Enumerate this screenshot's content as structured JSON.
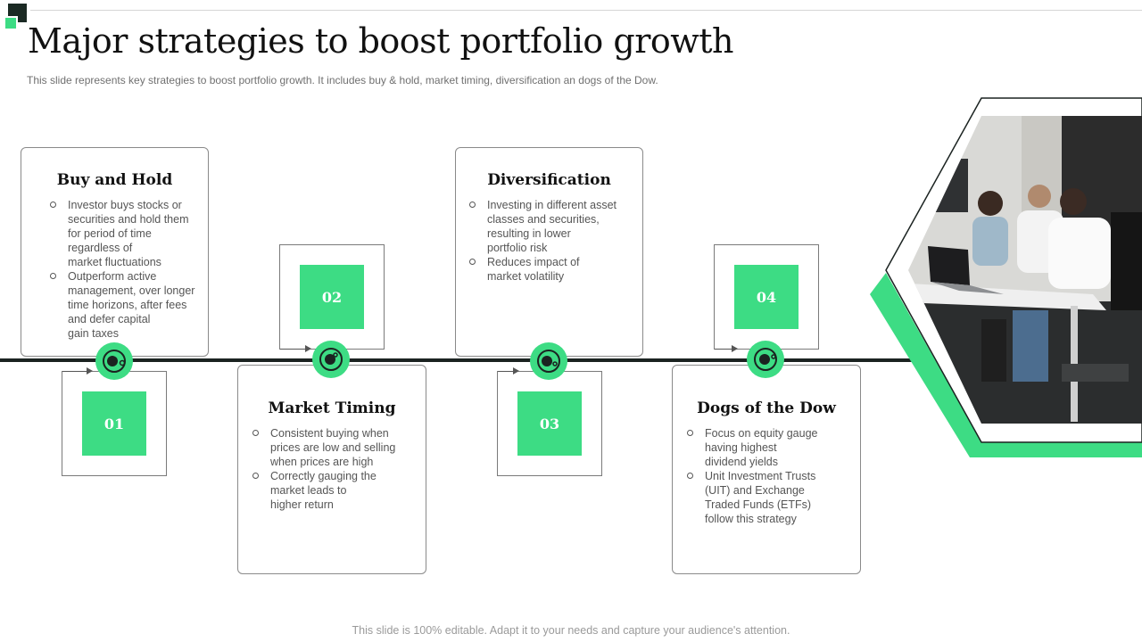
{
  "title": "Major strategies to boost portfolio growth",
  "subtitle": "This slide represents key strategies to boost portfolio growth. It includes buy & hold, market timing, diversification an dogs of the Dow.",
  "strategies": [
    {
      "number": "01",
      "title": "Buy and Hold",
      "bullets": [
        "Investor  buys stocks or\nsecurities and hold them\nfor period  of time\nregardless  of\nmarket fluctuations",
        "Outperform  active\nmanagement,  over longer\ntime horizons,  after fees\nand defer capital\ngain taxes"
      ]
    },
    {
      "number": "02",
      "title": "Market Timing",
      "bullets": [
        "Consistent buying when\nprices are low and selling\nwhen prices are high",
        "Correctly gauging the\nmarket leads to\nhigher return"
      ]
    },
    {
      "number": "03",
      "title": "Diversification",
      "bullets": [
        "Investing  in different  asset\nclasses and securities,\nresulting in lower\nportfolio risk",
        "Reduces impact of\nmarket volatility"
      ]
    },
    {
      "number": "04",
      "title": "Dogs  of  the Dow",
      "bullets": [
        "Focus on equity gauge\nhaving  highest\ndividend  yields",
        "Unit Investment  Trusts\n(UIT)  and Exchange\nTraded  Funds (ETFs)\nfollow  this strategy"
      ]
    }
  ],
  "icons": {
    "node": "target-icon",
    "bullet": "circle-bullet-icon"
  },
  "colors": {
    "accent": "#3ddc84",
    "dark": "#1b2321"
  },
  "footer": "This slide is 100% editable. Adapt it to your needs and capture your audience's attention."
}
